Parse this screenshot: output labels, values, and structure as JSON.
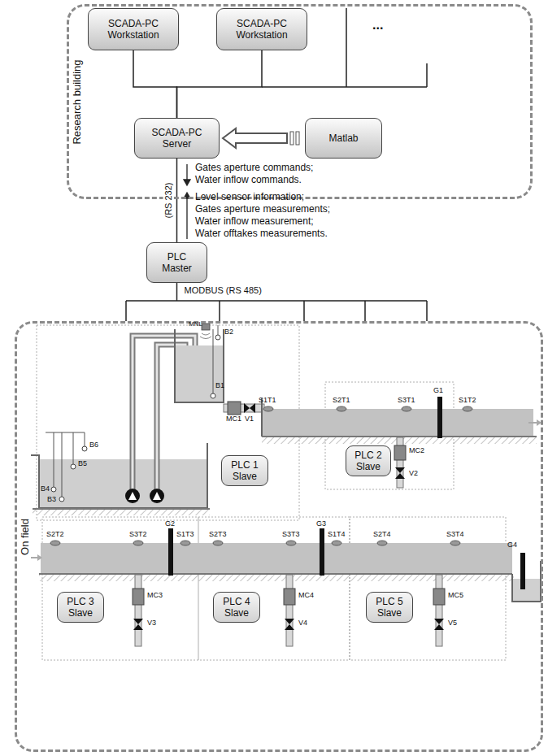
{
  "diagram": {
    "nodes": [
      {
        "text": [
          "Research building"
        ]
      },
      {
        "text": [
          "SCADA-PC Workstation"
        ],
        "in": 0
      },
      {
        "text": [
          "SCADA-PC Workstation"
        ],
        "in": 0
      },
      {
        "text": [
          "SCADA-PC Server"
        ],
        "in": 0
      },
      {
        "text": [
          "Matlab"
        ],
        "in": 0
      },
      {
        "text": [
          "PLC Master"
        ]
      },
      {
        "text": [
          "On field"
        ]
      },
      {
        "text": [
          "PLC 1 Slave"
        ],
        "in": 6
      },
      {
        "text": [
          "PLC 2 Slave"
        ],
        "in": 6
      },
      {
        "text": [
          "PLC 3 Slave"
        ],
        "in": 6
      },
      {
        "text": [
          "PLC 4 Slave"
        ],
        "in": 6
      },
      {
        "text": [
          "PLC 5 Slave"
        ],
        "in": 6
      }
    ],
    "edges": [
      {
        "from": 1,
        "to": 3,
        "arrow": "none"
      },
      {
        "from": 2,
        "to": 3,
        "arrow": "none"
      },
      {
        "from": 4,
        "to": 3,
        "arrow": "to"
      },
      {
        "from": 3,
        "to": 5,
        "label": "(RS 232)",
        "arrow": "none"
      },
      {
        "from": 5,
        "to": 6,
        "label": "MODBUS (RS 485)",
        "arrow": "none"
      }
    ],
    "labels": [
      "...",
      "Gates aperture commands;",
      "Water inflow commands.",
      "Level sensor information;",
      "Gates aperture measurements;",
      "Water inflow measurement;",
      "Water offtakes measurements.",
      "MNL",
      "B2",
      "B1",
      "MC1",
      "V1",
      "S1T1",
      "B6",
      "B5",
      "B4",
      "B3",
      "S2T1",
      "S3T1",
      "G1",
      "S1T2",
      "MC2",
      "V2",
      "S2T2",
      "S3T2",
      "G2",
      "S1T3",
      "MC3",
      "V3",
      "S2T3",
      "S3T3",
      "G3",
      "S1T4",
      "MC4",
      "V4",
      "S2T4",
      "S3T4",
      "G4",
      "MC5",
      "V5"
    ]
  }
}
